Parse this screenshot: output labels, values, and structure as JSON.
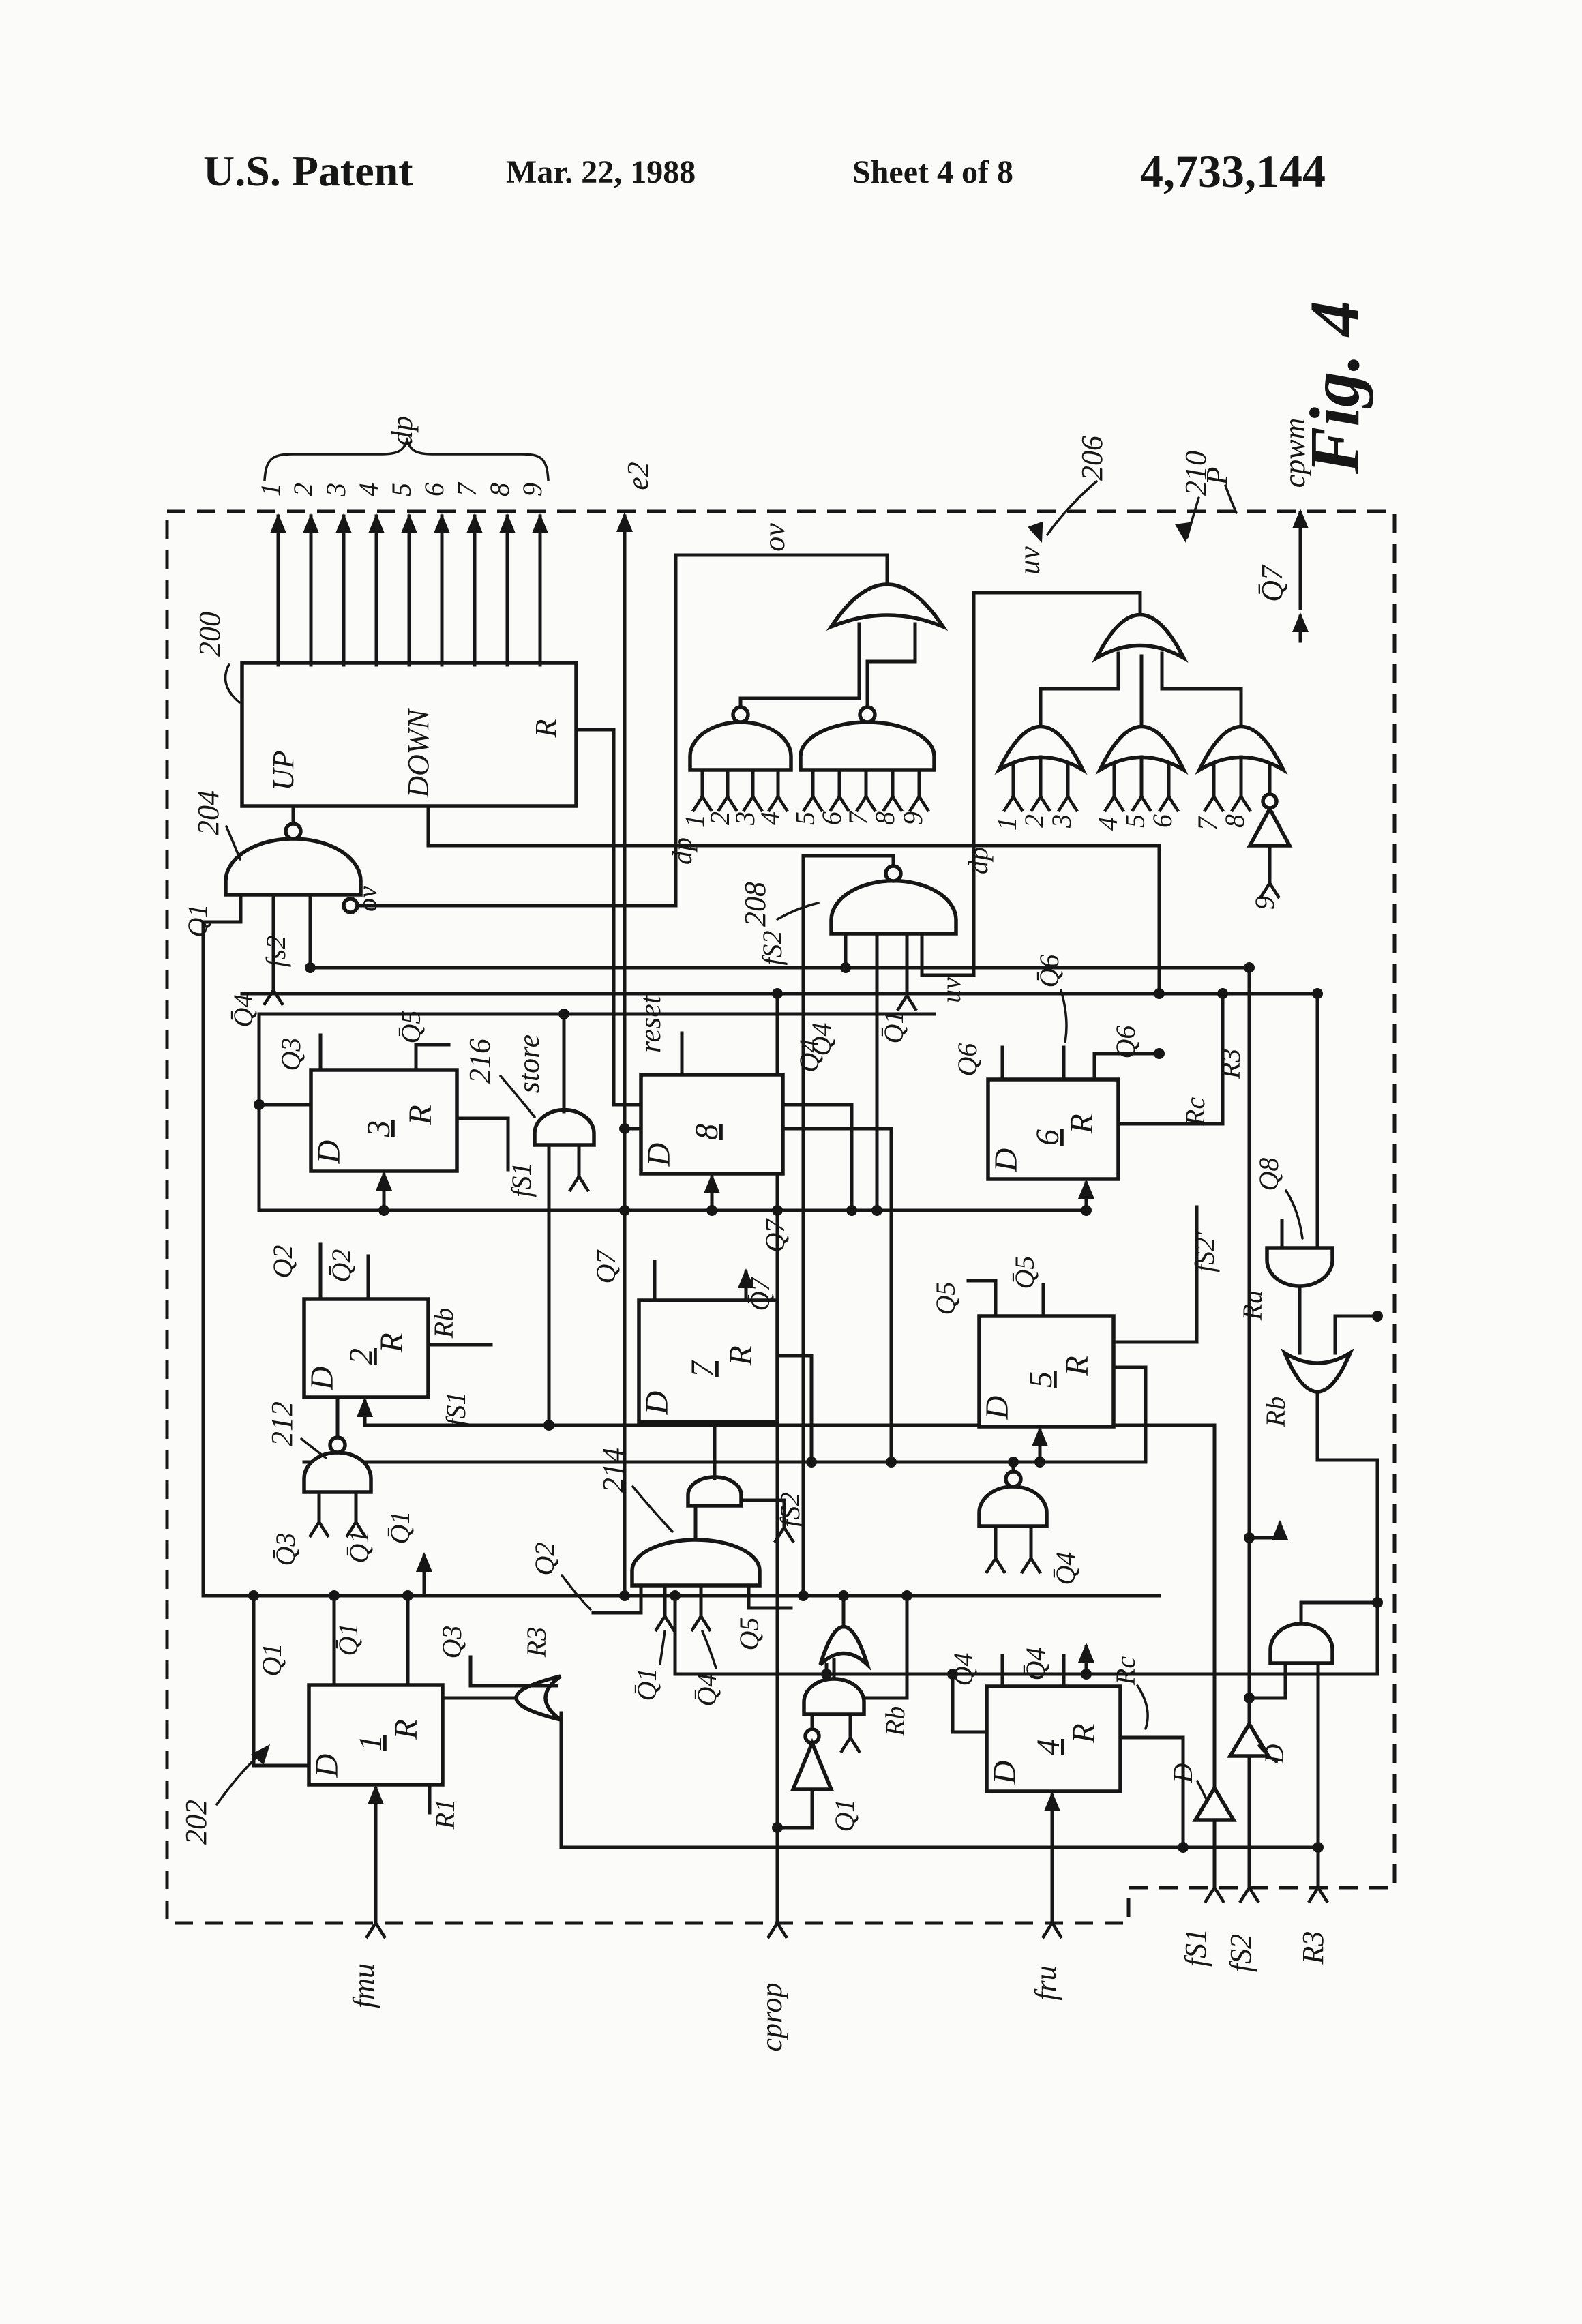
{
  "header": {
    "title": "U.S. Patent",
    "date": "Mar. 22, 1988",
    "sheet": "Sheet 4 of 8",
    "number": "4,733,144"
  },
  "figure": {
    "label": "Fig. 4"
  },
  "diagram": {
    "boundary": "P",
    "refs": {
      "r200": "200",
      "r202": "202",
      "r204": "204",
      "r206": "206",
      "r208": "208",
      "r210": "210",
      "r212": "212",
      "r214": "214",
      "r216": "216"
    },
    "counter": {
      "up": "UP",
      "down": "DOWN",
      "r": "R"
    },
    "dp": {
      "label": "dp",
      "bits": [
        "1",
        "2",
        "3",
        "4",
        "5",
        "6",
        "7",
        "8",
        "9"
      ]
    },
    "ov_in": {
      "label": "dp",
      "bits": [
        "1",
        "2",
        "3",
        "4",
        "5",
        "6",
        "7",
        "8",
        "9"
      ]
    },
    "uv_in": {
      "label": "dp",
      "bits": [
        "1",
        "2",
        "3",
        "4",
        "5",
        "6",
        "7",
        "8",
        "9"
      ]
    },
    "ff": {
      "f1": {
        "d": "D",
        "n": "1",
        "r": "R"
      },
      "f2": {
        "d": "D",
        "n": "2",
        "r": "R"
      },
      "f3": {
        "d": "D",
        "n": "3",
        "r": "R"
      },
      "f4": {
        "d": "D",
        "n": "4",
        "r": "R"
      },
      "f5": {
        "d": "D",
        "n": "5",
        "r": "R"
      },
      "f6": {
        "d": "D",
        "n": "6",
        "r": "R"
      },
      "f7": {
        "d": "D",
        "n": "7",
        "r": "R"
      },
      "f8": {
        "d": "D",
        "n": "8"
      }
    },
    "signals": {
      "e2": "e2",
      "ov_top": "ov",
      "ov_204": "ov",
      "uv_big": "uv",
      "uv_208": "uv",
      "cpwm": "cpwm",
      "q7bar_top": "Q̄7",
      "q1_204": "Q1",
      "q4bar_204": "Q̄4",
      "fs2_204": "fs2",
      "fs2_208": "fS2",
      "q4_208": "Q4",
      "q1bar_208": "Q̄1",
      "q3_ff3": "Q3",
      "q5bar_ff3": "Q̄5",
      "store": "store",
      "fs1_216": "fS1",
      "reset": "reset",
      "q2": "Q2",
      "q2bar": "Q̄2",
      "rb_ff2": "Rb",
      "fs1_ff2": "fS1",
      "q3bar_212": "Q̄3",
      "q1bar_212": "Q̄1",
      "q1bar_up": "Q̄1",
      "q7_ff7": "Q7",
      "q7_mid": "Q7",
      "q7bar_ff7": "Q̄7",
      "q2_214": "Q2",
      "q5_214": "Q5",
      "q1bar_214": "Q̄1",
      "q4bar_214": "Q̄4",
      "fs2_214": "fS2",
      "q6_l": "Q6",
      "q6bar": "Q̄6",
      "q6_r": "Q6",
      "r3_ff6": "R3",
      "rc_ff6": "Rc",
      "q5_ff5": "Q5",
      "q5bar_ff5": "Q̄5",
      "fs2p": "fS2'",
      "q8": "Q8",
      "ra": "Ra",
      "rb_r": "Rb",
      "q4_ff4": "Q4",
      "q4bar_ff4": "Q̄4",
      "rc_ff4": "Rc",
      "q4bar_nand": "Q̄4",
      "rb_mid": "Rb",
      "q1_inv": "Q1",
      "q1_ff1": "Q1",
      "q1bar_ff1": "Q̄1",
      "q3_or": "Q3",
      "r3_or": "R3",
      "r1": "R1",
      "d_buf1": "D",
      "d_buf2": "D"
    },
    "io": {
      "fmu": "fmu",
      "cprop": "cprop",
      "fru": "fru",
      "fs1": "fS1",
      "fs2": "fS2",
      "r3": "R3"
    }
  }
}
